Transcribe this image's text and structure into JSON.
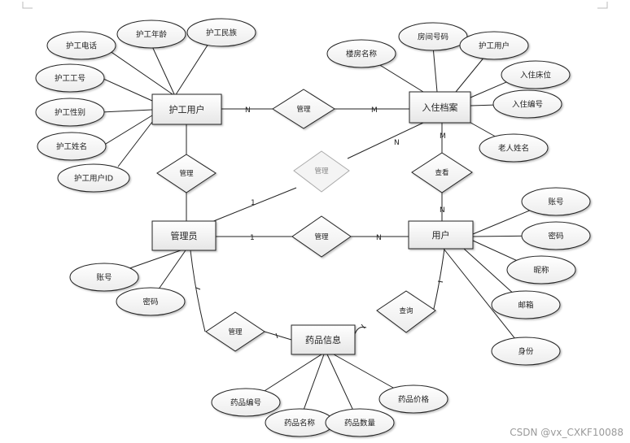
{
  "entities": {
    "nurse": "护工用户",
    "checkin": "入住档案",
    "admin": "管理员",
    "user": "用户",
    "drug": "药品信息"
  },
  "relationships": {
    "nurse_checkin": "管理",
    "nurse_admin": "管理",
    "admin_checkin": "管理",
    "checkin_user": "查看",
    "admin_user": "管理",
    "admin_drug": "管理",
    "user_drug": "查询"
  },
  "attributes": {
    "nurse_phone": "护工电话",
    "nurse_age": "护工年龄",
    "nurse_ethnicity": "护工民族",
    "nurse_no": "护工工号",
    "nurse_gender": "护工性别",
    "nurse_name": "护工姓名",
    "nurse_user_id": "护工用户ID",
    "building_name": "楼房名称",
    "room_no": "房间号码",
    "checkin_nurse_user": "护工用户",
    "checkin_bed": "入住床位",
    "checkin_no": "入住编号",
    "elder_name": "老人姓名",
    "user_account": "账号",
    "user_password": "密码",
    "user_nickname": "昵称",
    "user_email": "邮箱",
    "user_identity": "身份",
    "admin_account": "账号",
    "admin_password": "密码",
    "drug_no": "药品编号",
    "drug_name": "药品名称",
    "drug_qty": "药品数量",
    "drug_price": "药品价格"
  },
  "cardinalities": {
    "nurse_checkin_n": "N",
    "nurse_checkin_m": "M",
    "admin_checkin_1": "1",
    "admin_checkin_n": "N",
    "checkin_user_m": "M",
    "checkin_user_n": "N",
    "admin_user_1": "1",
    "admin_user_n": "N"
  },
  "watermark": "CSDN @vx_CXKF10088"
}
